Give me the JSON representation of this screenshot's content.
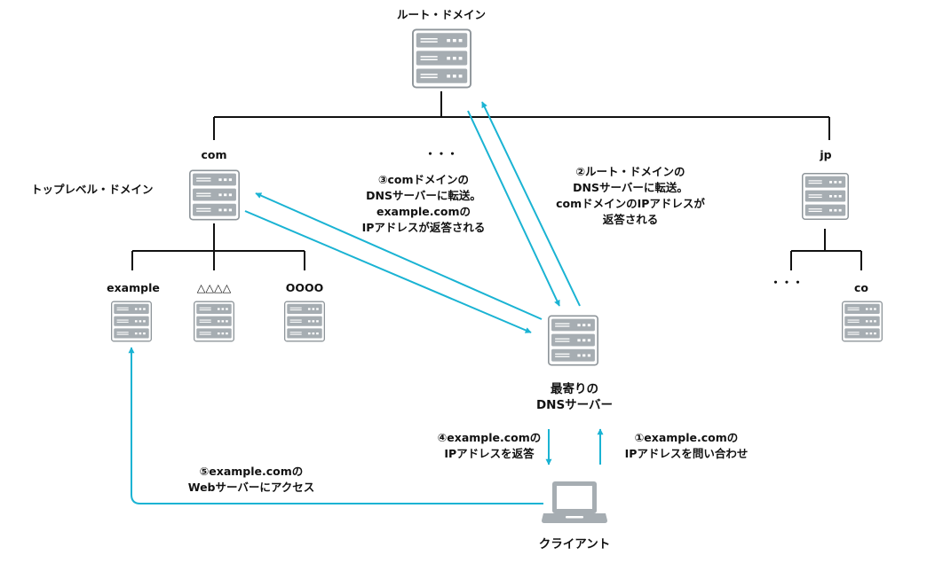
{
  "colors": {
    "server_fill": "#a6adb2",
    "server_border": "#8e959a",
    "line": "#111111",
    "arrow": "#1ab3d3"
  },
  "icons": {
    "server": "server-rack-icon",
    "client": "laptop-icon"
  },
  "nodes": {
    "root": "ルート・ドメイン",
    "com": "com",
    "tld_label": "トップレベル・ドメイン",
    "middle_ellipsis": "・・・",
    "jp": "jp",
    "example": "example",
    "triangle": "△△△△",
    "circle": "OOOO",
    "jp_ellipsis": "・・・",
    "co": "co",
    "nearest_dns": "最寄りの\nDNSサーバー",
    "client": "クライアント"
  },
  "steps": {
    "step1": "①example.comの\nIPアドレスを問い合わせ",
    "step2": "②ルート・ドメインの\nDNSサーバーに転送。\ncomドメインのIPアドレスが\n返答される",
    "step3": "③comドメインの\nDNSサーバーに転送。\nexample.comの\nIPアドレスが返答される",
    "step4": "④example.comの\nIPアドレスを返答",
    "step5": "⑤example.comの\nWebサーバーにアクセス"
  }
}
